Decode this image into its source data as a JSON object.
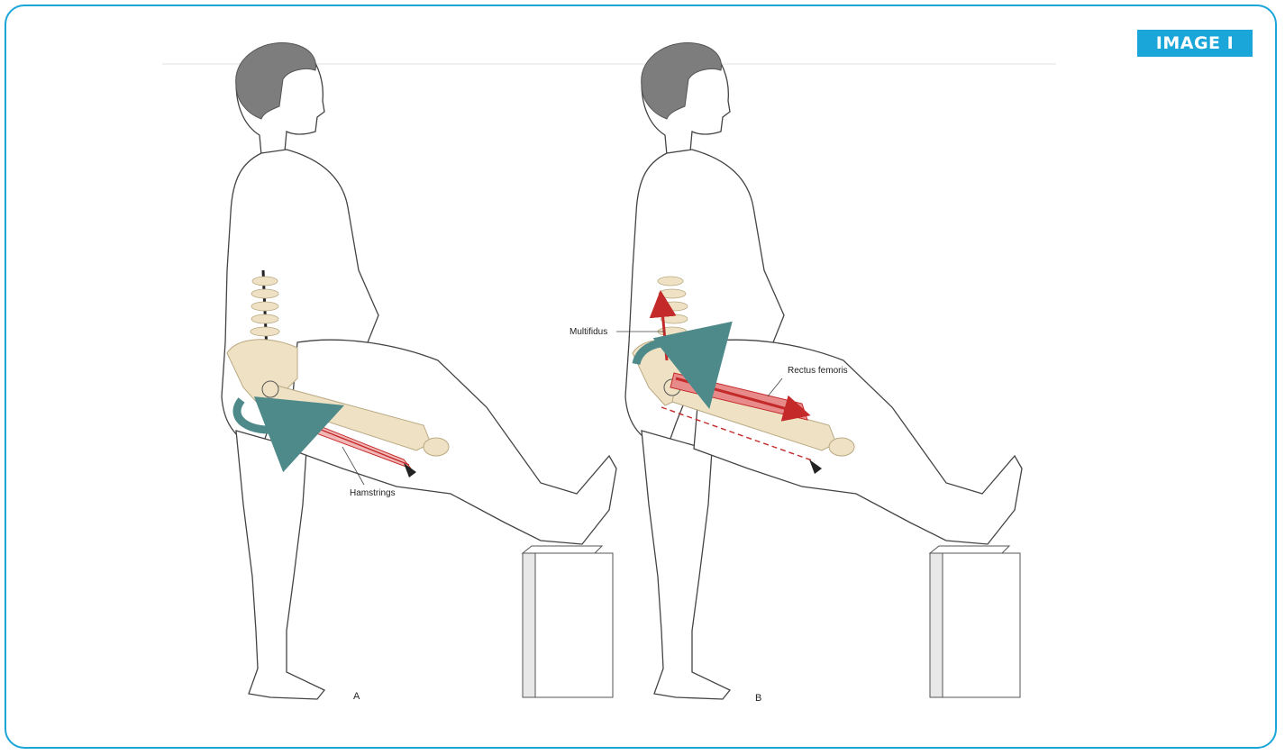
{
  "badge": {
    "label": "IMAGE I"
  },
  "panels": [
    {
      "letter": "A",
      "labels": {
        "hamstrings": "Hamstrings"
      }
    },
    {
      "letter": "B",
      "labels": {
        "multifidus": "Multifidus",
        "rectus_femoris": "Rectus femoris"
      }
    }
  ],
  "colors": {
    "accent": "#1aa6d8",
    "bone": "#efe2c4",
    "muscle": "#d94040",
    "rotation_arrow": "#4f8a8b"
  }
}
